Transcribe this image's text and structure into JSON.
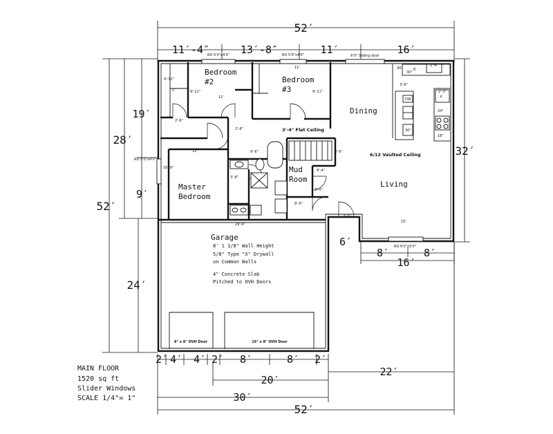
{
  "dimensions": {
    "top_overall": "52′",
    "top_segments": [
      "11′-4″",
      "13′-8″",
      "11′",
      "16′"
    ],
    "left_overall": "52′",
    "left_upper": "28′",
    "left_sub_a": "19′",
    "left_sub_b": "9′",
    "left_lower": "24′",
    "right_height": "32′",
    "porch_depth": "6′",
    "porch_left": "8′",
    "porch_right": "8′",
    "porch_total": "16′",
    "bottom_segments": [
      "2′",
      "4′",
      "4′",
      "2′",
      "8′",
      "8′",
      "2′"
    ],
    "bottom_20": "20′",
    "bottom_22": "22′",
    "bottom_30": "30′",
    "bottom_overall": "52′"
  },
  "rooms": {
    "bedroom2": [
      "Bedroom",
      "#2"
    ],
    "bedroom3": [
      "Bedroom",
      "#3"
    ],
    "dining": "Dining",
    "living": "Living",
    "master": [
      "Master",
      "Bedroom"
    ],
    "mud": [
      "Mud",
      "Room"
    ],
    "garage": "Garage"
  },
  "windows": {
    "bed2": "RO 5'0\"x4'0\"",
    "bed3": "RO 5'0\"x4'0\"",
    "slider": "6'0\" Sliding door",
    "master": "RO 5'0\"x4'0\"",
    "living": "RO 6'0\"x5'0\""
  },
  "ceilings": {
    "flat": "3'-4\"  Flat Ceiling",
    "vaulted": "6/12 Vaulted Ceiling"
  },
  "interior_dims": {
    "d_9_11a": "9'-11\"",
    "d_9_11b": "9'-11\"",
    "d_9_11c": "9'-11\"",
    "d_5": "5'",
    "d_11a": "11'",
    "d_11b": "11'",
    "d_16_9": "16'-9\"",
    "d_12": "12'",
    "d_9_6": "9'-6\"",
    "d_8_6": "8'-6\"",
    "d_3_6": "3'-6\"",
    "d_3_6b": "3'-6\"",
    "d_8_4": "8'-4\"",
    "d_29_4": "29'-4\"",
    "d_15": "15'",
    "door_2_6": "2'-6\"",
    "door_2_8": "2'-8\"",
    "door_3_0": "3'-0\"",
    "d_3_8": "3'-8\"",
    "d_3_0b": "3'-0\"",
    "d_6": "6'",
    "d_2_4": "2'-4\"",
    "d_2_3": "2'-3\"",
    "d_30": "30\"",
    "d_24": "24\"",
    "d_18": "18\""
  },
  "kitchen": {
    "dw": "DW",
    "f": "F",
    "upper_30": "30\"",
    "lower_30": "30\""
  },
  "garage_notes": [
    "8'  1 1/8\"  Wall Height",
    "5/8\"  Type \"X\"  Drywall",
    "on Common Walls",
    "4\"  Concrete Slab",
    "Pitched to OVH Doors"
  ],
  "garage_doors": {
    "left": "8\" x 8\" OVH Door",
    "right": "16\" x 8\" OVH Door"
  },
  "title_block": [
    "MAIN FLOOR",
    "1520 sq ft",
    "Slider Windows",
    "SCALE 1/4\"= 1\""
  ]
}
